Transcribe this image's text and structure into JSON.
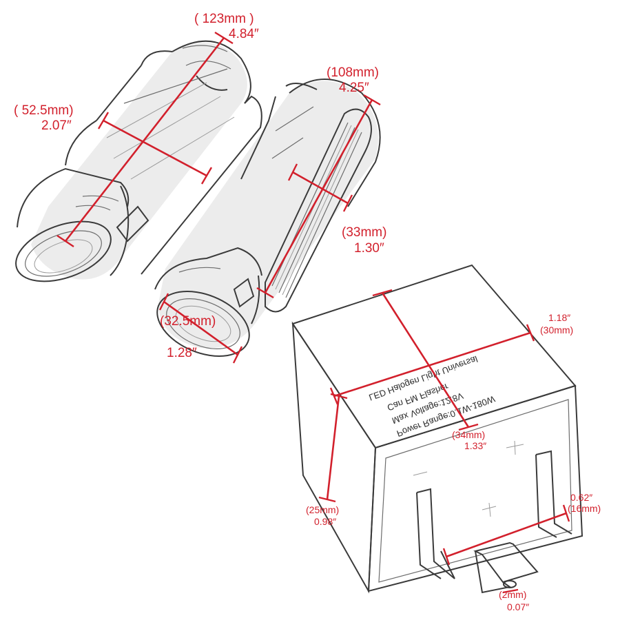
{
  "colors": {
    "dimension": "#d2202c",
    "outline": "#3a3a3a",
    "background": "#ffffff"
  },
  "grip_left": {
    "length": {
      "metric": "( 123mm )",
      "imperial": "4.84″"
    },
    "diameter": {
      "metric": "( 52.5mm)",
      "imperial": "2.07″"
    }
  },
  "grip_right": {
    "length": {
      "metric": "(108mm)",
      "imperial": "4.25″"
    },
    "lens_width": {
      "metric": "(33mm)",
      "imperial": "1.30″"
    },
    "bore": {
      "metric": "(32.5mm)",
      "imperial": "1.28″"
    }
  },
  "flasher_relay": {
    "label_lines": [
      "Power Range:0.1W-180W",
      "Max Voltage:12.8V",
      "Can FM Flasher",
      "LED Halogen Light Universal"
    ],
    "depth": {
      "imperial": "1.18″",
      "metric": "(30mm)"
    },
    "width": {
      "metric": "(34mm)",
      "imperial": "1.33″"
    },
    "height": {
      "metric": "(25mm)",
      "imperial": "0.98″"
    },
    "pin_spacing": {
      "imperial": "0.62″",
      "metric": "(16mm)"
    },
    "pin_width": {
      "metric": "(2mm)",
      "imperial": "0.07″"
    }
  }
}
